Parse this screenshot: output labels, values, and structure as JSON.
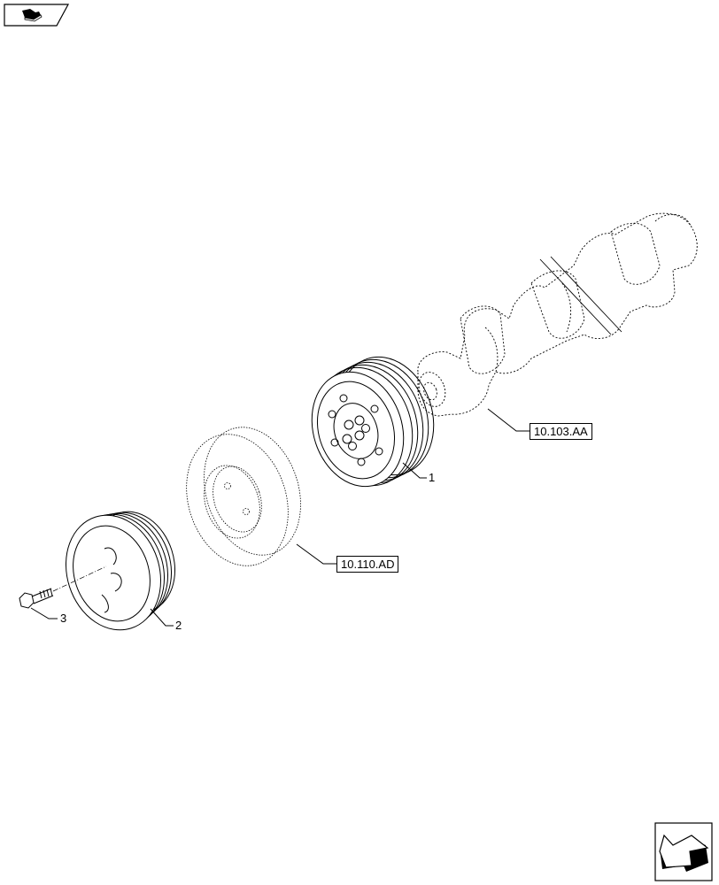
{
  "diagram": {
    "type": "exploded-parts-view",
    "parts": [
      {
        "id": "part-1",
        "number": "1",
        "description": "pulley hub (front)"
      },
      {
        "id": "part-2",
        "number": "2",
        "description": "grooved pulley"
      },
      {
        "id": "part-3",
        "number": "3",
        "description": "bolt"
      }
    ],
    "references": [
      {
        "id": "ref-crankshaft",
        "label": "10.103.AA",
        "description": "crankshaft (dashed reference)"
      },
      {
        "id": "ref-damper",
        "label": "10.110.AD",
        "description": "damper (dashed reference)"
      }
    ]
  },
  "nav": {
    "top_left_icon": "book-return-icon",
    "bottom_right_icon": "previous-arrow-icon"
  },
  "colors": {
    "line": "#000000",
    "background": "#ffffff"
  }
}
